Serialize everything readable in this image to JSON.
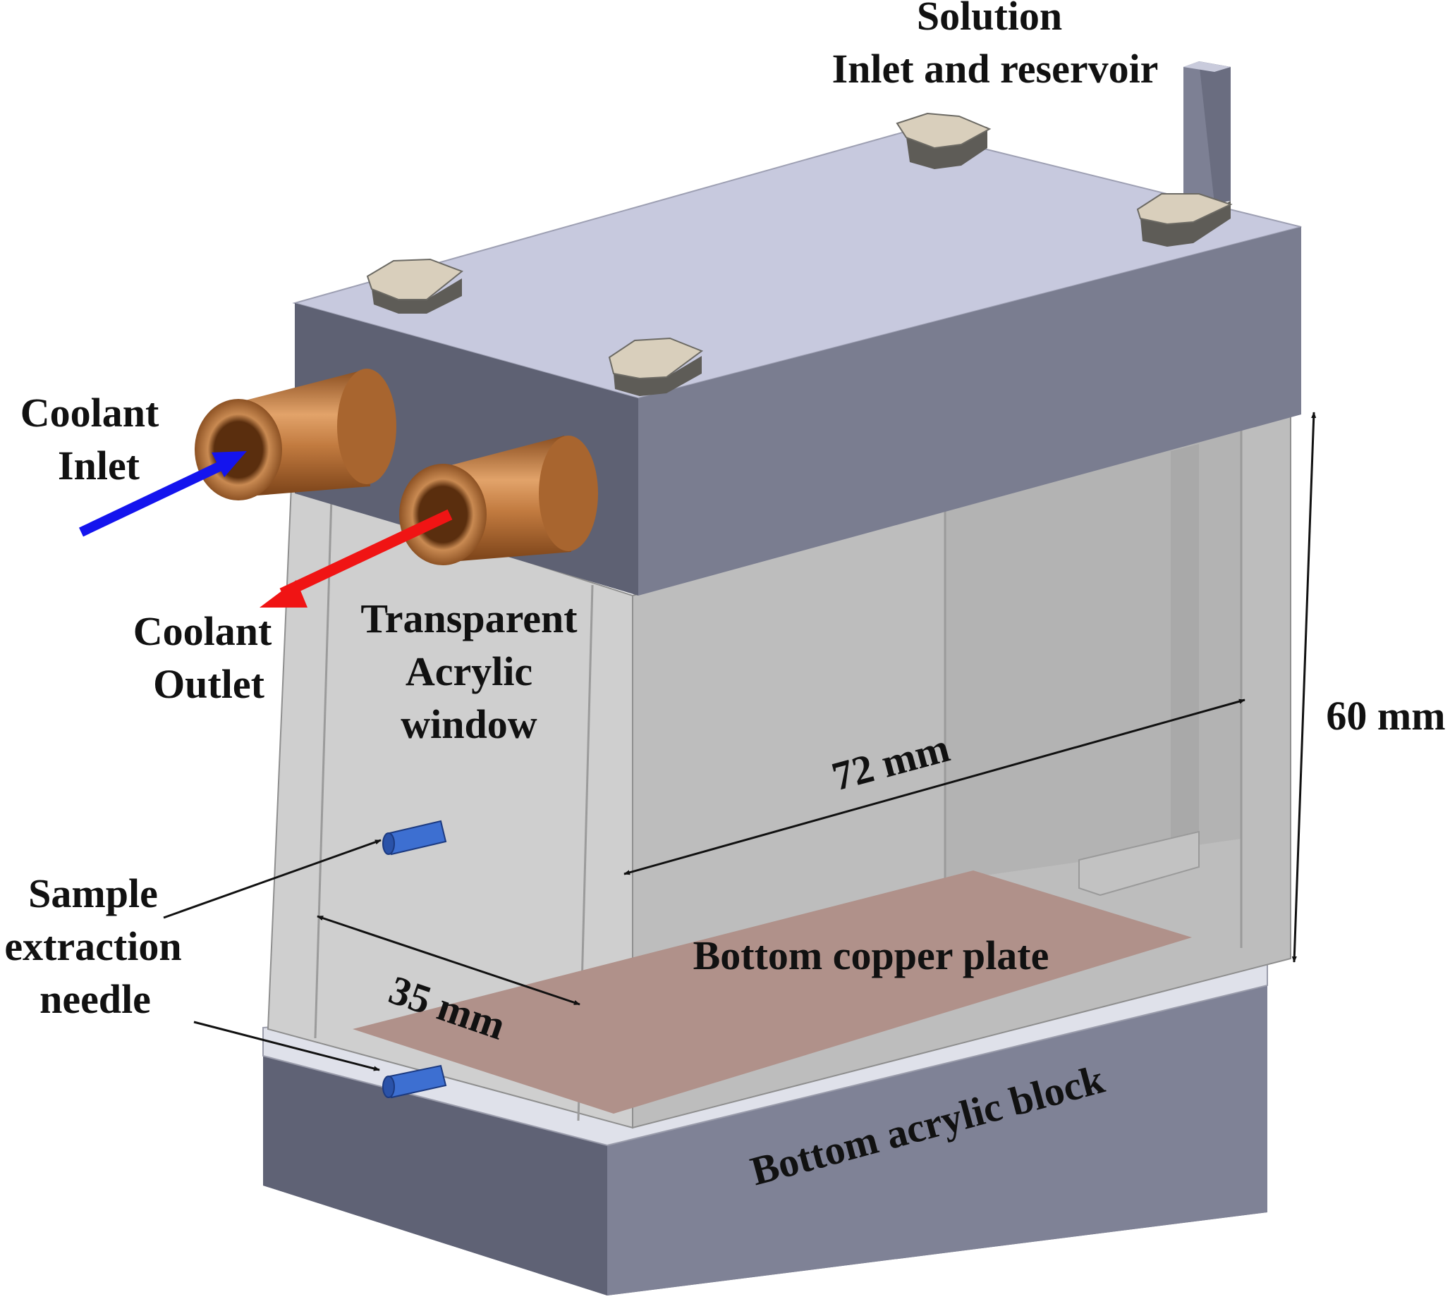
{
  "labels": {
    "solution_line1": "Solution",
    "solution_line2": "Inlet and reservoir",
    "coolant_inlet_line1": "Coolant",
    "coolant_inlet_line2": "Inlet",
    "coolant_outlet_line1": "Coolant",
    "coolant_outlet_line2": "Outlet",
    "window_line1": "Transparent",
    "window_line2": "Acrylic",
    "window_line3": "window",
    "needle_line1": "Sample",
    "needle_line2": "extraction",
    "needle_line3": "needle",
    "copper_plate": "Bottom copper plate",
    "acrylic_block": "Bottom acrylic block"
  },
  "dimensions": {
    "height": "60 mm",
    "length": "72 mm",
    "width": "35 mm"
  },
  "colors": {
    "lid_top": "#c7c9de",
    "lid_front": "#7a7d90",
    "lid_side": "#5e6173",
    "chamber": "#c9c9c9",
    "copper_plate": "#b0918a",
    "copper_tube": "#b7743e",
    "bolt": "#d8cdb8",
    "needle": "#3d6fd1",
    "inlet_arrow": "#1414ee",
    "outlet_arrow": "#f01414"
  }
}
